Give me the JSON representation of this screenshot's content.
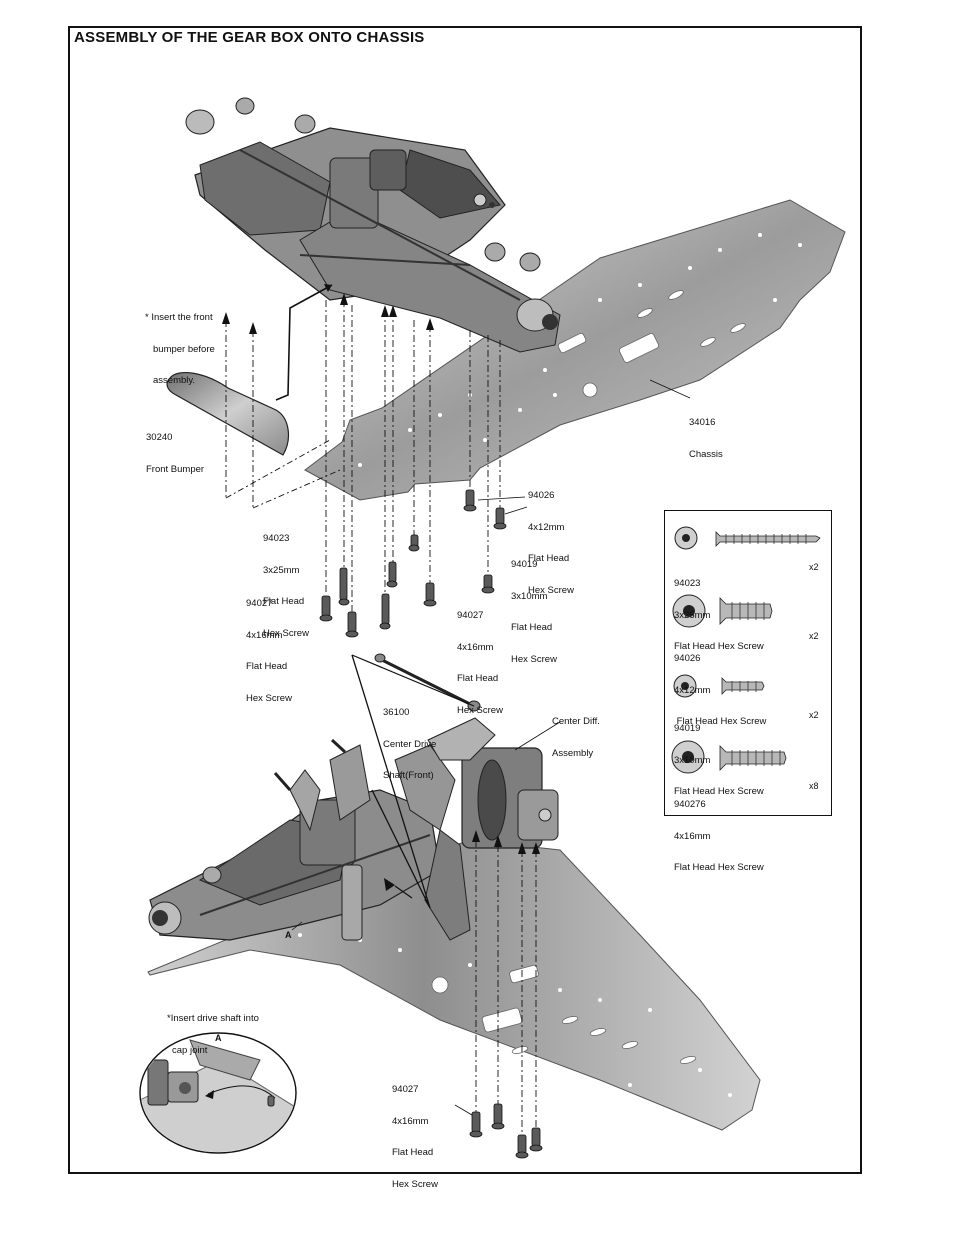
{
  "title": "ASSEMBLY OF THE GEAR BOX ONTO CHASSIS",
  "notes": {
    "front_bumper": [
      "* Insert the front",
      "bumper before",
      "assembly."
    ],
    "drive_shaft": [
      "*Insert drive shaft into",
      "cap joint"
    ]
  },
  "callouts": {
    "bumper": [
      "30240",
      "Front Bumper"
    ],
    "chassis": [
      "34016",
      "Chassis"
    ],
    "p94026": [
      "94026",
      "4x12mm",
      "Flat Head",
      "Hex Screw"
    ],
    "p94023": [
      "94023",
      "3x25mm",
      "Flat Head",
      "Hex Screw"
    ],
    "p94019": [
      "94019",
      "3x10mm",
      "Flat Head",
      "Hex Screw"
    ],
    "p94027_left": [
      "94027",
      "4x16mm",
      "Flat Head",
      "Hex Screw"
    ],
    "p94027_mid": [
      "94027",
      "4x16mm",
      "Flat Head",
      "Hex Screw"
    ],
    "shaft": [
      "36100",
      "Center Drive",
      "Shaft(Front)"
    ],
    "diff": [
      "Center Diff.",
      "Assembly"
    ],
    "p94027_bottom": [
      "94027",
      "4x16mm",
      "Flat Head",
      "Hex Screw"
    ]
  },
  "detail_letters": {
    "main": "A",
    "inset": "A"
  },
  "parts_list": [
    {
      "code": "94023",
      "size": "3x25mm",
      "desc": "Flat Head Hex Screw",
      "qty": "x2"
    },
    {
      "code": "94026",
      "size": "4x12mm",
      "desc": " Flat Head Hex Screw",
      "qty": "x2"
    },
    {
      "code": "94019",
      "size": "3x10mm",
      "desc": "Flat Head Hex Screw",
      "qty": "x2"
    },
    {
      "code": "940276",
      "size": "4x16mm",
      "desc": "Flat Head Hex Screw",
      "qty": "x8"
    }
  ],
  "colors": {
    "metal": "#9a9a9a",
    "dark": "#3a3a3a",
    "line": "#111111"
  }
}
